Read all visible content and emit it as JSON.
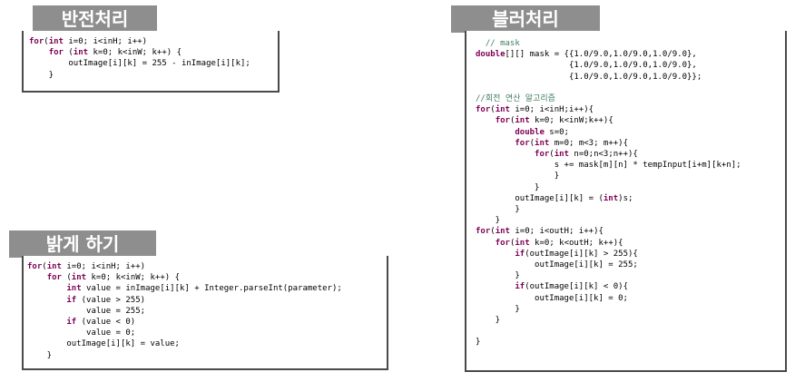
{
  "sections": {
    "invert": {
      "title": "반전처리",
      "lines": [
        "for(int i=0; i<inH; i++)",
        "    for (int k=0; k<inW; k++) {",
        "        outImage[i][k] = 255 - inImage[i][k];",
        "    }"
      ]
    },
    "bright": {
      "title": "밝게 하기",
      "lines": [
        "for(int i=0; i<inH; i++)",
        "    for (int k=0; k<inW; k++) {",
        "        int value = inImage[i][k] + Integer.parseInt(parameter);",
        "        if (value > 255)",
        "            value = 255;",
        "        if (value < 0)",
        "            value = 0;",
        "        outImage[i][k] = value;",
        "    }"
      ]
    },
    "blur": {
      "title": "블러처리",
      "lines": [
        "  // mask",
        "double[][] mask = {{1.0/9.0,1.0/9.0,1.0/9.0},",
        "                   {1.0/9.0,1.0/9.0,1.0/9.0},",
        "                   {1.0/9.0,1.0/9.0,1.0/9.0}};",
        "",
        "//회전 연산 알고리즘",
        "for(int i=0; i<inH;i++){",
        "    for(int k=0; k<inW;k++){",
        "        double s=0;",
        "        for(int m=0; m<3; m++){",
        "            for(int n=0;n<3;n++){",
        "                s += mask[m][n] * tempInput[i+m][k+n];",
        "                }",
        "            }",
        "        outImage[i][k] = (int)s;",
        "        }",
        "    }",
        "for(int i=0; i<outH; i++){",
        "    for(int k=0; k<outH; k++){",
        "        if(outImage[i][k] > 255){",
        "            outImage[i][k] = 255;",
        "        }",
        "        if(outImage[i][k] < 0){",
        "            outImage[i][k] = 0;",
        "        }",
        "    }",
        "",
        "}"
      ]
    }
  }
}
